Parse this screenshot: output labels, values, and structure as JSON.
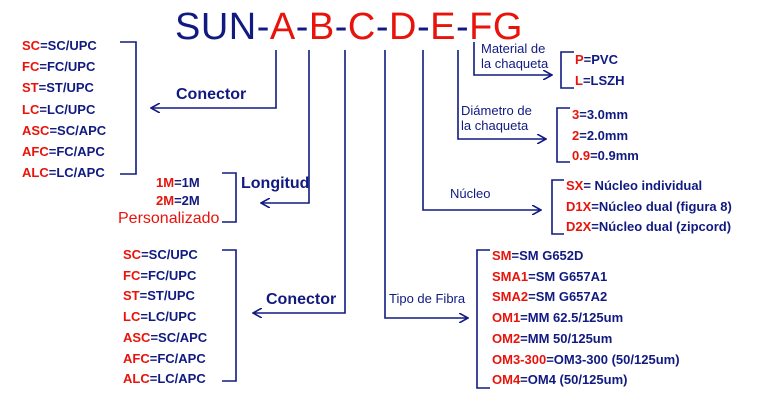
{
  "colors": {
    "code": "#e8140c",
    "text": "#101a80"
  },
  "title": {
    "prefix": "SUN-",
    "letters": [
      {
        "text": "A",
        "sep": "-"
      },
      {
        "text": "B",
        "sep": "-"
      },
      {
        "text": "C",
        "sep": "-"
      },
      {
        "text": "D",
        "sep": "-"
      },
      {
        "text": "E",
        "sep": "-"
      },
      {
        "text": "FG",
        "sep": ""
      }
    ]
  },
  "conector_a": {
    "label": "Conector",
    "items": [
      {
        "code": "SC",
        "value": "SC/UPC"
      },
      {
        "code": "FC",
        "value": "FC/UPC"
      },
      {
        "code": "ST",
        "value": "ST/UPC"
      },
      {
        "code": "LC",
        "value": "LC/UPC"
      },
      {
        "code": "ASC",
        "value": "SC/APC"
      },
      {
        "code": "AFC",
        "value": "FC/APC"
      },
      {
        "code": "ALC",
        "value": "LC/APC"
      }
    ]
  },
  "longitud": {
    "label": "Longitud",
    "items": [
      {
        "code": "1M",
        "value": "1M"
      },
      {
        "code": "2M",
        "value": "2M"
      }
    ],
    "custom": "Personalizado"
  },
  "conector_c": {
    "label": "Conector",
    "items": [
      {
        "code": "SC",
        "value": "SC/UPC"
      },
      {
        "code": "FC",
        "value": "FC/UPC"
      },
      {
        "code": "ST",
        "value": "ST/UPC"
      },
      {
        "code": "LC",
        "value": "LC/UPC"
      },
      {
        "code": "ASC",
        "value": "SC/APC"
      },
      {
        "code": "AFC",
        "value": "FC/APC"
      },
      {
        "code": "ALC",
        "value": "LC/APC"
      }
    ]
  },
  "tipo_fibra": {
    "label": "Tipo de Fibra",
    "items": [
      {
        "code": "SM",
        "value": "SM G652D"
      },
      {
        "code": "SMA1",
        "value": "SM G657A1"
      },
      {
        "code": "SMA2",
        "value": "SM G657A2"
      },
      {
        "code": "OM1",
        "value": "MM 62.5/125um"
      },
      {
        "code": "OM2",
        "value": "MM 50/125um"
      },
      {
        "code": "OM3-300",
        "value": "OM3-300 (50/125um)"
      },
      {
        "code": "OM4",
        "value": "OM4 (50/125um)"
      }
    ]
  },
  "nucleo": {
    "label": "Núcleo",
    "items": [
      {
        "code": "SX",
        "value": " Núcleo individual"
      },
      {
        "code": "D1X",
        "value": "Núcleo dual (figura 8)"
      },
      {
        "code": "D2X",
        "value": "Núcleo dual (zipcord)"
      }
    ]
  },
  "diametro": {
    "label_line1": "Diámetro de",
    "label_line2": "la chaqueta",
    "items": [
      {
        "code": "3",
        "value": "3.0mm"
      },
      {
        "code": "2",
        "value": "2.0mm"
      },
      {
        "code": "0.9",
        "value": "0.9mm"
      }
    ]
  },
  "material": {
    "label_line1": "Material de",
    "label_line2": "la chaqueta",
    "items": [
      {
        "code": "P",
        "value": "PVC"
      },
      {
        "code": "L",
        "value": "LSZH"
      }
    ]
  }
}
